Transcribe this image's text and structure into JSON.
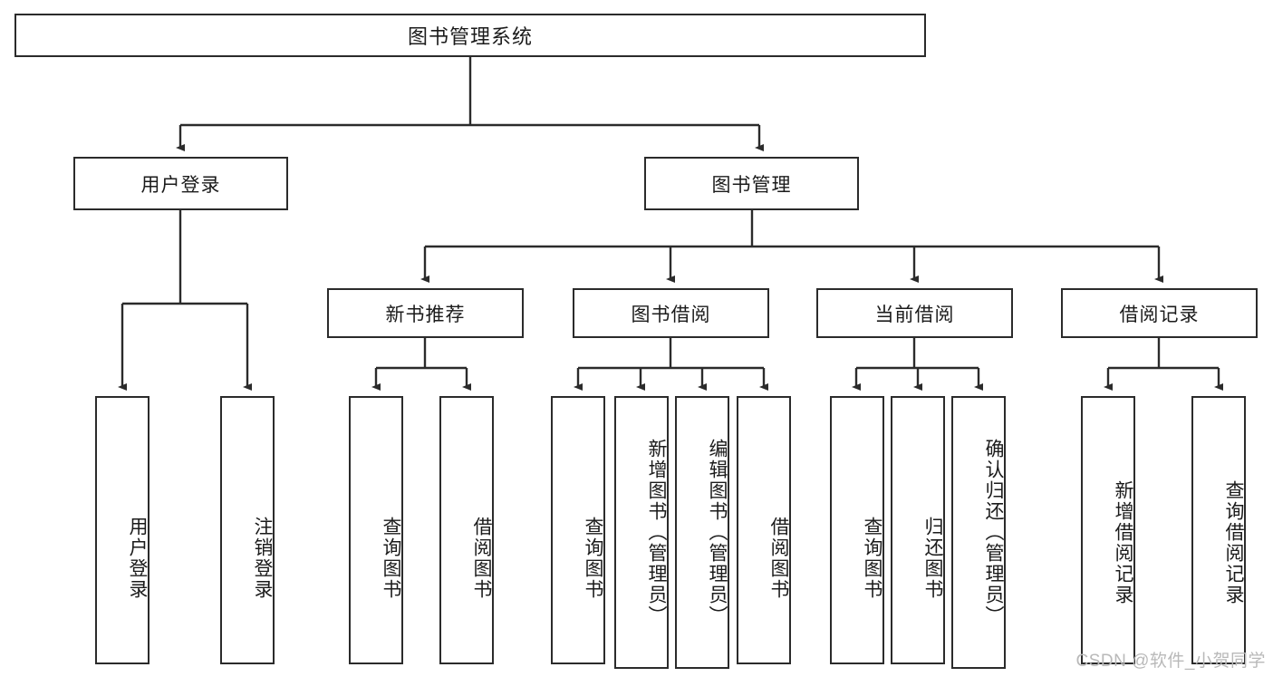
{
  "diagram": {
    "title": "图书管理系统",
    "type": "tree-hierarchy",
    "root": {
      "label": "图书管理系统"
    },
    "level1": [
      {
        "label": "用户登录"
      },
      {
        "label": "图书管理"
      }
    ],
    "level2": [
      {
        "label": "新书推荐"
      },
      {
        "label": "图书借阅"
      },
      {
        "label": "当前借阅"
      },
      {
        "label": "借阅记录"
      }
    ],
    "leaves": {
      "user_login": [
        {
          "label": "用户登录"
        },
        {
          "label": "注销登录"
        }
      ],
      "new_book_recommend": [
        {
          "label": "查询图书"
        },
        {
          "label": "借阅图书"
        }
      ],
      "book_borrow": [
        {
          "label": "查询图书"
        },
        {
          "label": "新增图书（管理员）"
        },
        {
          "label": "编辑图书（管理员）"
        },
        {
          "label": "借阅图书"
        }
      ],
      "current_borrow": [
        {
          "label": "查询图书"
        },
        {
          "label": "归还图书"
        },
        {
          "label": "确认归还（管理员）"
        }
      ],
      "borrow_record": [
        {
          "label": "新增借阅记录"
        },
        {
          "label": "查询借阅记录"
        }
      ]
    }
  },
  "watermark": {
    "text": "CSDN @软件_小贺同学"
  },
  "colors": {
    "stroke": "#2b2b2b",
    "fill": "#ffffff",
    "text": "#1b1b1b",
    "watermark": "#b9b9b9"
  }
}
